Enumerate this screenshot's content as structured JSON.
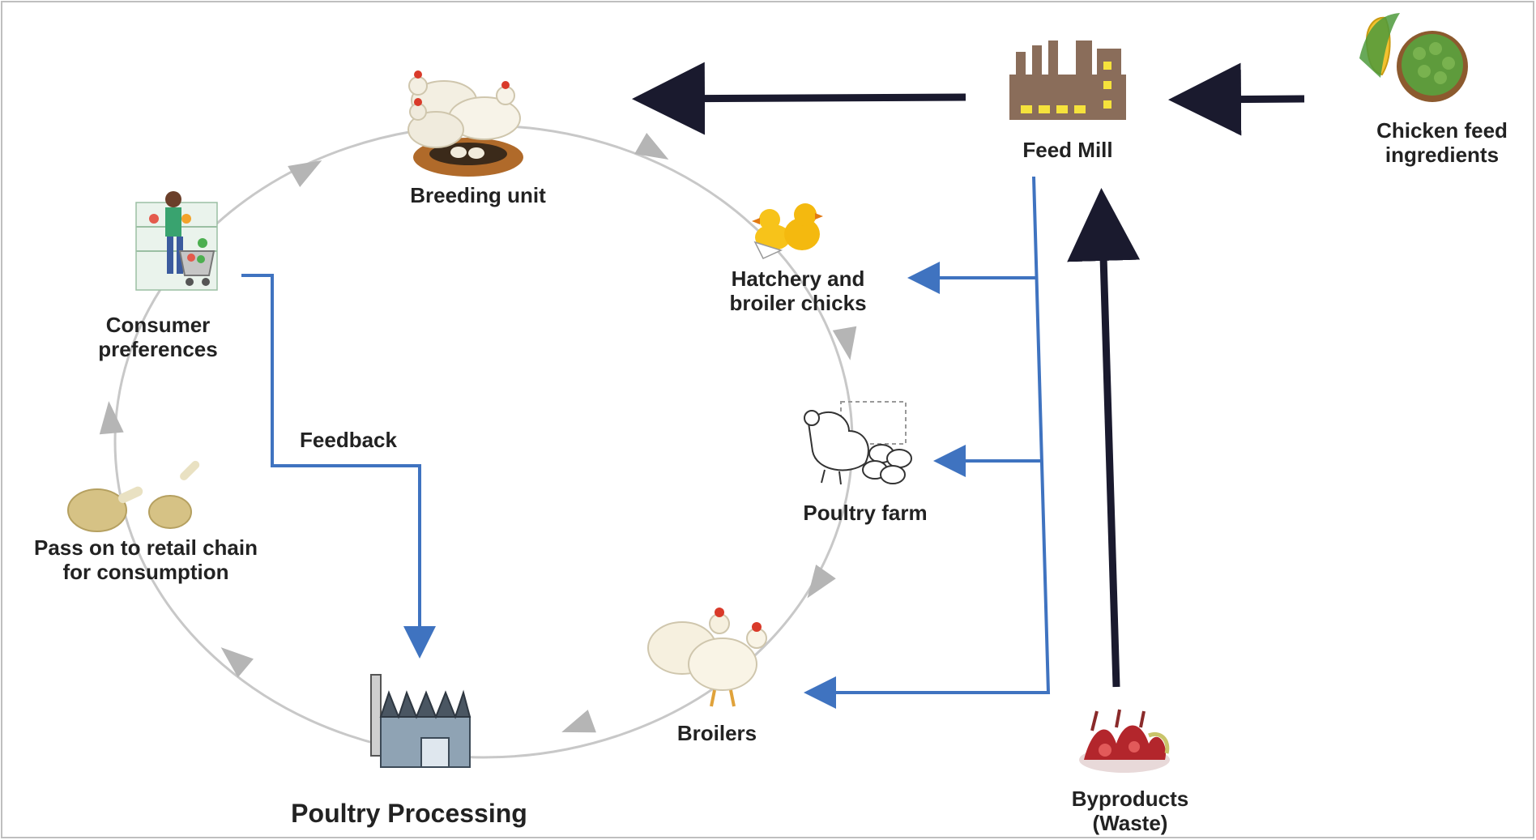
{
  "nodes": {
    "breeding_unit": "Breeding unit",
    "hatchery": [
      "Hatchery and",
      "broiler chicks"
    ],
    "poultry_farm": "Poultry farm",
    "broilers": "Broilers",
    "poultry_processing": "Poultry Processing",
    "retail": [
      "Pass on to retail chain",
      "for consumption"
    ],
    "consumer": [
      "Consumer",
      "preferences"
    ],
    "feed_mill": "Feed Mill",
    "chicken_feed": [
      "Chicken feed",
      "ingredients"
    ],
    "byproducts": [
      "Byproducts",
      "(Waste)"
    ]
  },
  "edges": {
    "feedback": "Feedback"
  },
  "colors": {
    "cycle_ring": "#c8c8c8",
    "cycle_arrow": "#b5b5b5",
    "supply_arrow": "#1a1a2e",
    "feed_distribution": "#3f73c0",
    "frame": "#bfbfbf"
  },
  "icons": {
    "breeding_unit": "hens-on-nest-icon",
    "hatchery": "hatching-chicks-icon",
    "poultry_farm": "hen-with-eggs-icon",
    "broilers": "broiler-chickens-icon",
    "poultry_processing": "processing-plant-icon",
    "retail": "chicken-drumsticks-icon",
    "consumer": "shopper-with-cart-icon",
    "feed_mill": "feed-mill-factory-icon",
    "chicken_feed": "corn-and-soybeans-icon",
    "byproducts": "waste-byproducts-icon"
  }
}
